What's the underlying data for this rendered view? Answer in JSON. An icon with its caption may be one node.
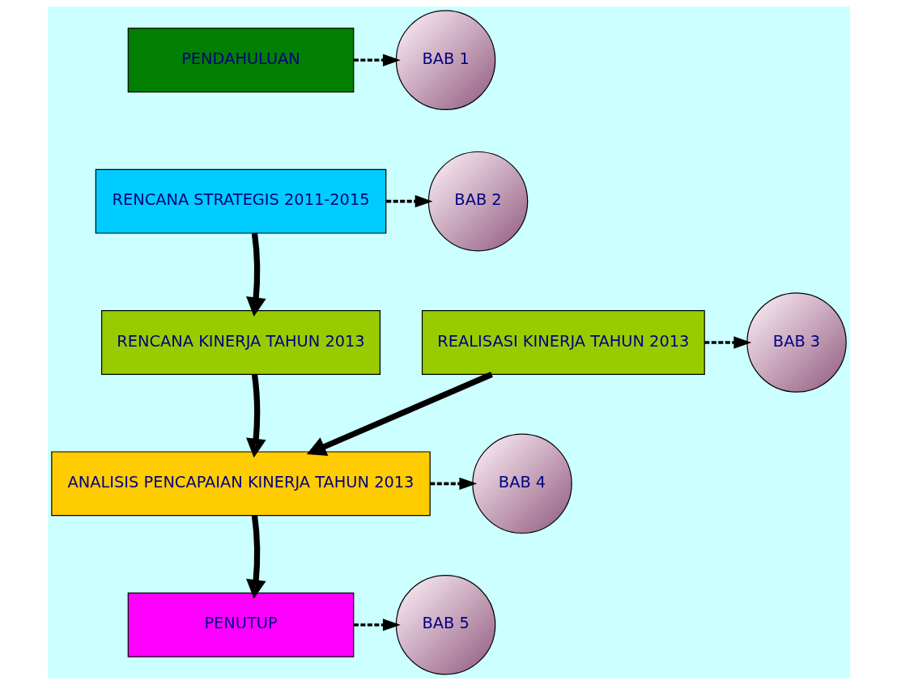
{
  "diagram": {
    "nodes": [
      {
        "text": [
          "PENDAHULUAN"
        ]
      },
      {
        "text": [
          "RENCANA STRATEGIS 2011-2015"
        ]
      },
      {
        "text": [
          "RENCANA KINERJA TAHUN 2013"
        ]
      },
      {
        "text": [
          "REALISASI KINERJA TAHUN 2013"
        ]
      },
      {
        "text": [
          "ANALISIS PENCAPAIAN KINERJA TAHUN 2013"
        ]
      },
      {
        "text": [
          "PENUTUP"
        ]
      },
      {
        "text": [
          "BAB 1"
        ]
      },
      {
        "text": [
          "BAB 2"
        ]
      },
      {
        "text": [
          "BAB 3"
        ]
      },
      {
        "text": [
          "BAB 4"
        ]
      },
      {
        "text": [
          "BAB 5"
        ]
      }
    ],
    "edges": [
      {
        "from": 0,
        "to": 6,
        "arrow": "to",
        "style": "dashed"
      },
      {
        "from": 1,
        "to": 7,
        "arrow": "to",
        "style": "dashed"
      },
      {
        "from": 1,
        "to": 2,
        "arrow": "to",
        "style": "thick"
      },
      {
        "from": 3,
        "to": 8,
        "arrow": "to",
        "style": "dashed"
      },
      {
        "from": 2,
        "to": 4,
        "arrow": "to",
        "style": "thick"
      },
      {
        "from": 3,
        "to": 4,
        "arrow": "to",
        "style": "thick"
      },
      {
        "from": 4,
        "to": 9,
        "arrow": "to",
        "style": "dashed"
      },
      {
        "from": 4,
        "to": 5,
        "arrow": "to",
        "style": "thick"
      },
      {
        "from": 5,
        "to": 10,
        "arrow": "to",
        "style": "dashed"
      }
    ]
  }
}
